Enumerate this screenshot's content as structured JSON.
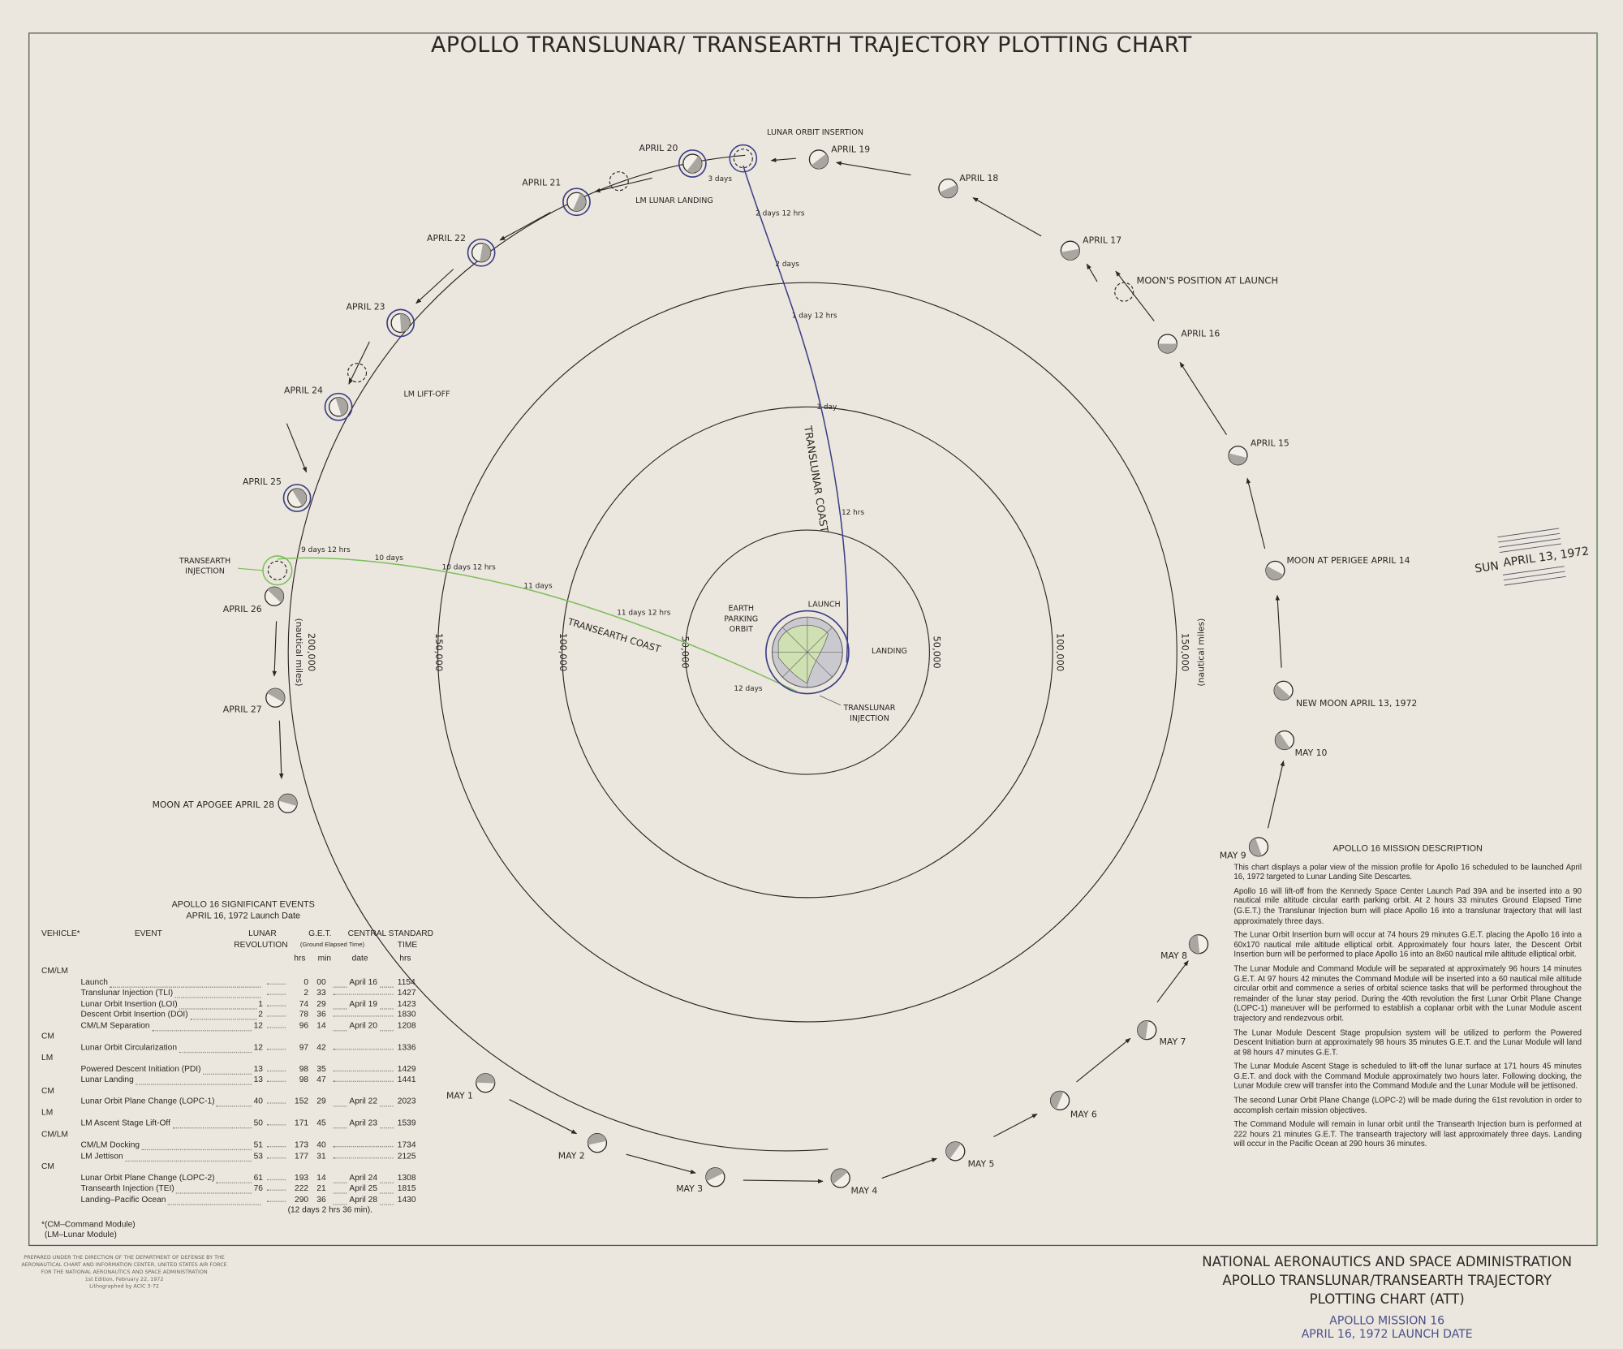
{
  "title": "APOLLO TRANSLUNAR/ TRANSEARTH TRAJECTORY PLOTTING CHART",
  "colors": {
    "paper": "#ebe6de",
    "translunar": "#3b3f86",
    "transearth": "#7cbf5a",
    "ink": "#2a2724"
  },
  "rings": {
    "right_labels": [
      "50,000",
      "100,000",
      "150,000"
    ],
    "left_labels": [
      "50,000",
      "100,000",
      "150,000",
      "200,000"
    ],
    "unit": "(nautical miles)"
  },
  "moons": [
    {
      "label": "APRIL 16"
    },
    {
      "label": "APRIL 15"
    },
    {
      "label": "MOON AT PERIGEE APRIL 14"
    },
    {
      "label": "NEW MOON APRIL 13, 1972"
    },
    {
      "label": "MAY 10"
    },
    {
      "label": "MAY 9"
    },
    {
      "label": "MAY 8"
    },
    {
      "label": "MAY 7"
    },
    {
      "label": "MAY 6"
    },
    {
      "label": "MAY 5"
    },
    {
      "label": "MAY 4"
    },
    {
      "label": "MAY 3"
    },
    {
      "label": "MAY 2"
    },
    {
      "label": "MAY 1"
    },
    {
      "label": "MOON AT APOGEE APRIL 28"
    },
    {
      "label": "APRIL 27"
    },
    {
      "label": "APRIL 26"
    },
    {
      "label": "APRIL 25"
    },
    {
      "label": "APRIL 24"
    },
    {
      "label": "APRIL 23"
    },
    {
      "label": "APRIL 22"
    },
    {
      "label": "APRIL 21"
    },
    {
      "label": "APRIL 20"
    },
    {
      "label": "APRIL 19"
    },
    {
      "label": "APRIL 18"
    },
    {
      "label": "APRIL 17"
    }
  ],
  "events_markers": [
    {
      "label": "LUNAR ORBIT INSERTION"
    },
    {
      "label": "LM LUNAR LANDING"
    },
    {
      "label": "LM LIFT-OFF"
    },
    {
      "label": "TRANSEARTH INJECTION"
    },
    {
      "label": "MOON'S POSITION AT LAUNCH"
    }
  ],
  "translunar": {
    "name": "TRANSLUNAR COAST",
    "ticks": [
      "3 days",
      "2 days 12 hrs",
      "2 days",
      "1 day 12 hrs",
      "1 day",
      "12 hrs"
    ]
  },
  "transearth": {
    "name": "TRANSEARTH COAST",
    "ticks": [
      "9 days 12 hrs",
      "10 days",
      "10 days 12 hrs",
      "11 days",
      "11 days 12 hrs",
      "12 days"
    ]
  },
  "earth": {
    "parking": "EARTH PARKING ORBIT",
    "launch": "LAUNCH",
    "landing": "LANDING",
    "tli": "TRANSLUNAR INJECTION"
  },
  "stamp": {
    "day": "SUN",
    "date": "APRIL 13, 1972"
  },
  "events_table": {
    "title": "APOLLO 16 SIGNIFICANT EVENTS",
    "subtitle": "APRIL 16, 1972 Launch Date",
    "headers": {
      "vehicle": "VEHICLE*",
      "event": "EVENT",
      "lunar1": "LUNAR",
      "lunar2": "REVOLUTION",
      "get": "G.E.T.",
      "get_sub": "(Ground Elapsed Time)",
      "cst1": "CENTRAL STANDARD",
      "cst2": "TIME",
      "hrs": "hrs",
      "min": "min",
      "date": "date",
      "cst_hrs": "hrs"
    },
    "groups": [
      {
        "vehicle": "CM/LM",
        "rows": [
          {
            "event": "Launch",
            "rev": "",
            "hrs": "0",
            "min": "00",
            "date": "April 16",
            "cst": "1154"
          },
          {
            "event": "Translunar Injection (TLI)",
            "rev": "",
            "hrs": "2",
            "min": "33",
            "date": "",
            "cst": "1427"
          },
          {
            "event": "Lunar Orbit Insertion (LOI)",
            "rev": "1",
            "hrs": "74",
            "min": "29",
            "date": "April 19",
            "cst": "1423"
          },
          {
            "event": "Descent Orbit Insertion (DOI)",
            "rev": "2",
            "hrs": "78",
            "min": "36",
            "date": "",
            "cst": "1830"
          },
          {
            "event": "CM/LM Separation",
            "rev": "12",
            "hrs": "96",
            "min": "14",
            "date": "April 20",
            "cst": "1208"
          }
        ]
      },
      {
        "vehicle": "CM",
        "rows": [
          {
            "event": "Lunar Orbit Circularization",
            "rev": "12",
            "hrs": "97",
            "min": "42",
            "date": "",
            "cst": "1336"
          }
        ]
      },
      {
        "vehicle": "LM",
        "rows": [
          {
            "event": "Powered Descent Initiation (PDI)",
            "rev": "13",
            "hrs": "98",
            "min": "35",
            "date": "",
            "cst": "1429"
          },
          {
            "event": "Lunar Landing",
            "rev": "13",
            "hrs": "98",
            "min": "47",
            "date": "",
            "cst": "1441"
          }
        ]
      },
      {
        "vehicle": "CM",
        "rows": [
          {
            "event": "Lunar Orbit Plane Change (LOPC-1)",
            "rev": "40",
            "hrs": "152",
            "min": "29",
            "date": "April 22",
            "cst": "2023"
          }
        ]
      },
      {
        "vehicle": "LM",
        "rows": [
          {
            "event": "LM Ascent Stage Lift-Off",
            "rev": "50",
            "hrs": "171",
            "min": "45",
            "date": "April 23",
            "cst": "1539"
          }
        ]
      },
      {
        "vehicle": "CM/LM",
        "rows": [
          {
            "event": "CM/LM Docking",
            "rev": "51",
            "hrs": "173",
            "min": "40",
            "date": "",
            "cst": "1734"
          },
          {
            "event": "LM Jettison",
            "rev": "53",
            "hrs": "177",
            "min": "31",
            "date": "",
            "cst": "2125"
          }
        ]
      },
      {
        "vehicle": "CM",
        "rows": [
          {
            "event": "Lunar Orbit Plane Change (LOPC-2)",
            "rev": "61",
            "hrs": "193",
            "min": "14",
            "date": "April 24",
            "cst": "1308"
          },
          {
            "event": "Transearth Injection (TEI)",
            "rev": "76",
            "hrs": "222",
            "min": "21",
            "date": "April 25",
            "cst": "1815"
          },
          {
            "event": "Landing–Pacific Ocean",
            "rev": "",
            "hrs": "290",
            "min": "36",
            "date": "April 28",
            "cst": "1430"
          }
        ]
      }
    ],
    "duration": "(12 days 2 hrs 36 min).",
    "footnote1": "*(CM–Command Module)",
    "footnote2": "(LM–Lunar Module)"
  },
  "credits": [
    "PREPARED UNDER THE DIRECTION OF THE DEPARTMENT OF DEFENSE BY THE",
    "AERONAUTICAL CHART AND INFORMATION CENTER, UNITED STATES AIR FORCE",
    "FOR THE NATIONAL AERONAUTICS AND SPACE ADMINISTRATION",
    "1st Edition, February 22, 1972",
    "Lithographed by ACIC 3-72"
  ],
  "description": {
    "title": "APOLLO 16 MISSION DESCRIPTION",
    "paragraphs": [
      "This chart displays a polar view of the mission profile for Apollo 16 scheduled to be launched April 16, 1972 targeted to Lunar Landing Site Descartes.",
      "Apollo 16 will lift-off from the Kennedy Space Center Launch Pad 39A and be inserted into a 90 nautical mile altitude circular earth parking orbit. At 2 hours 33 minutes Ground Elapsed Time (G.E.T.) the Translunar Injection burn will place Apollo 16 into a translunar trajectory that will last approximately three days.",
      "The Lunar Orbit Insertion burn will occur at 74 hours 29 minutes G.E.T. placing the Apollo 16 into a 60x170 nautical mile altitude elliptical orbit. Approximately four hours later, the Descent Orbit Insertion burn will be performed to place Apollo 16 into an 8x60 nautical mile altitude elliptical orbit.",
      "The Lunar Module and Command Module will be separated at approximately 96 hours 14 minutes G.E.T. At 97 hours 42 minutes the Command Module will be inserted into a 60 nautical mile altitude circular orbit and commence a series of orbital science tasks that will be performed throughout the remainder of the lunar stay period. During the 40th revolution the first Lunar Orbit Plane Change (LOPC-1) maneuver will be performed to establish a coplanar orbit with the Lunar Module ascent trajectory and rendezvous orbit.",
      "The Lunar Module Descent Stage propulsion system will be utilized to perform the Powered Descent Initiation burn at approximately 98 hours 35 minutes G.E.T. and the Lunar Module will land at 98 hours 47 minutes G.E.T.",
      "The Lunar Module Ascent Stage is scheduled to lift-off the lunar surface at 171 hours 45 minutes G.E.T. and dock with the Command Module approximately two hours later. Following docking, the Lunar Module crew will transfer into the Command Module and the Lunar Module will be jettisoned.",
      "The second Lunar Orbit Plane Change (LOPC-2) will be made during the 61st revolution in order to accomplish certain mission objectives.",
      "The Command Module will remain in lunar orbit until the Transearth Injection burn is performed at 222 hours 21 minutes G.E.T. The transearth trajectory will last approximately three days. Landing will occur in the Pacific Ocean at 290 hours 36 minutes."
    ]
  },
  "footer": {
    "line1": "NATIONAL AERONAUTICS AND SPACE ADMINISTRATION",
    "line2": "APOLLO TRANSLUNAR/TRANSEARTH TRAJECTORY",
    "line3": "PLOTTING CHART (ATT)",
    "mission": "APOLLO MISSION 16",
    "launch": "APRIL 16, 1972 LAUNCH DATE"
  }
}
